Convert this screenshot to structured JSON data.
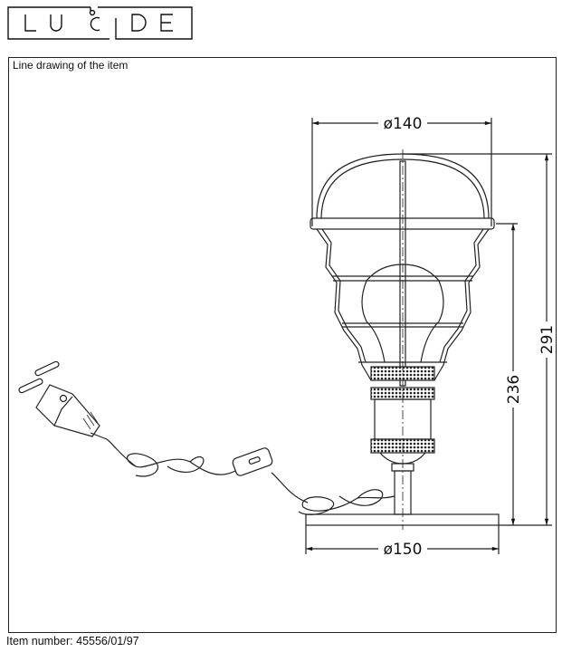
{
  "brand": {
    "logo_text": "LUCIDE"
  },
  "caption": "Line drawing of the item",
  "dimensions": {
    "top_diameter": "ø140",
    "base_diameter": "ø150",
    "total_height": "291",
    "shade_height": "236"
  },
  "footer": {
    "item_number": "Item number: 45556/01/97"
  }
}
